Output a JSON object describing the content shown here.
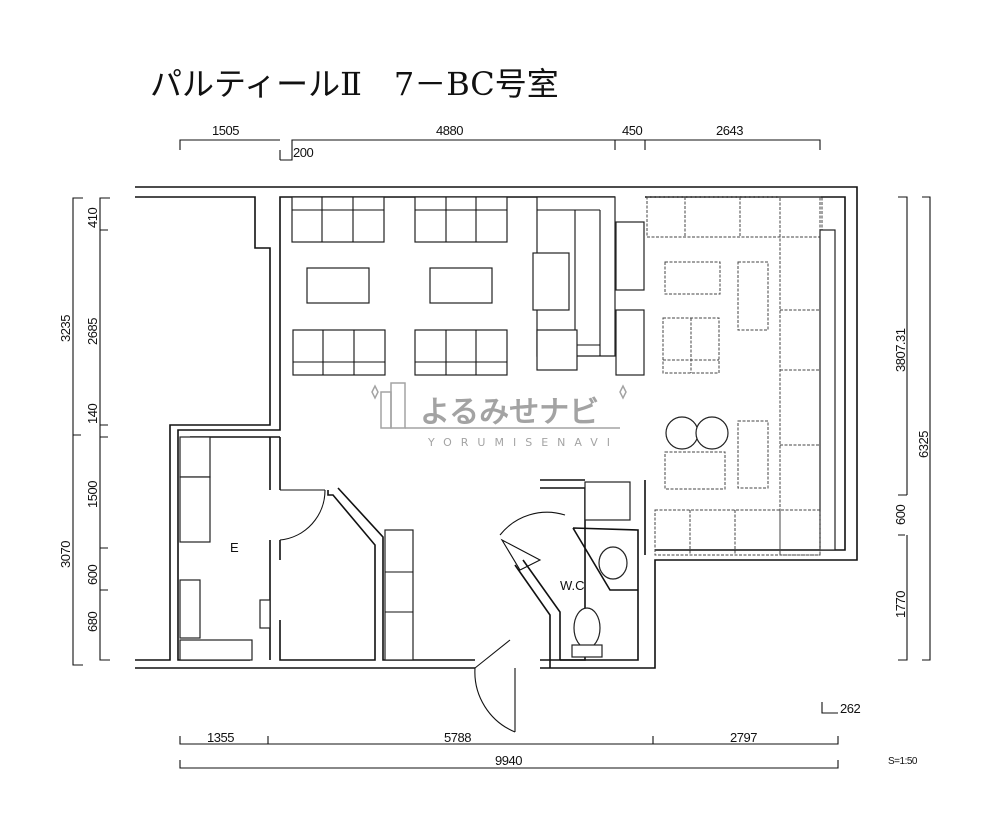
{
  "title": "パルティールⅡ　7－BC号室",
  "dimensions": {
    "top": [
      "1505",
      "200",
      "4880",
      "450",
      "2643"
    ],
    "left_outer": [
      "3235",
      "3070"
    ],
    "left_inner": [
      "410",
      "2685",
      "140",
      "1500",
      "600",
      "680"
    ],
    "right_inner": [
      "3807.31",
      "600",
      "1770"
    ],
    "right_outer": "6325",
    "bottom": [
      "1355",
      "5788",
      "2797"
    ],
    "bottom_total": "9940",
    "bottom_right": "262"
  },
  "scale": "S=1:50",
  "rooms": {
    "wc": "W.C",
    "e": "E"
  },
  "watermark": {
    "jp": "よるみせナビ",
    "en": "YORUMISENAVI"
  }
}
